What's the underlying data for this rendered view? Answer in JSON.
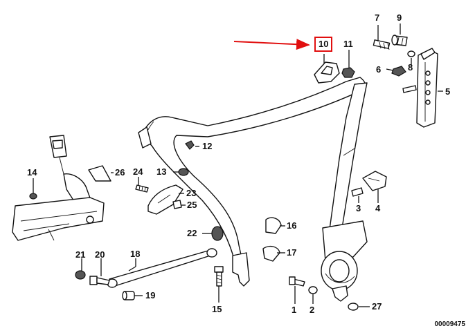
{
  "callouts": {
    "c1": "1",
    "c2": "2",
    "c3": "3",
    "c4": "4",
    "c5": "5",
    "c6": "6",
    "c7": "7",
    "c8": "8",
    "c9": "9",
    "c10": "10",
    "c11": "11",
    "c12": "12",
    "c13": "13",
    "c14": "14",
    "c15": "15",
    "c16": "16",
    "c17": "17",
    "c18": "18",
    "c19": "19",
    "c20": "20",
    "c21": "21",
    "c22": "22",
    "c23": "23",
    "c24": "24",
    "c25": "25",
    "c26": "26",
    "c27": "27"
  },
  "highlight_color": "#e10f0f",
  "highlighted_part": "10",
  "doc_number": "00009475"
}
